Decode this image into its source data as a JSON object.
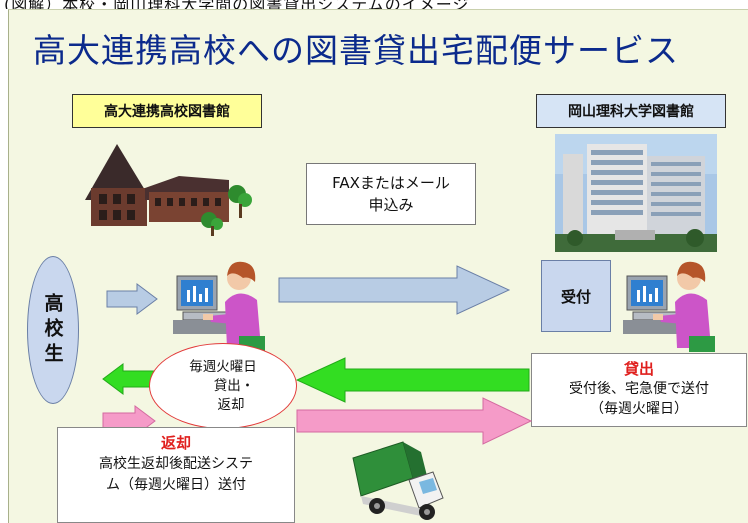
{
  "top_strip_text": "(図解）本校・岡山理科大学間の図書貸出システムのイメージ",
  "title": "高大連携高校への図書貸出宅配便サービス",
  "high_school_library": "高大連携高校図書館",
  "university_library": "岡山理科大学図書館",
  "fax_request": {
    "line1": "FAXまたはメール",
    "line2": "申込み"
  },
  "student_label": "高校生",
  "reception_label": "受付",
  "weekly": {
    "line1": "毎週火曜日",
    "line2": "貸出・",
    "line3": "返却"
  },
  "lending": {
    "heading": "貸出",
    "line1": "受付後、宅急便で送付",
    "line2": "（毎週火曜日）"
  },
  "return": {
    "heading": "返却",
    "line1": "高校生返却後配送システ",
    "line2": "ム（毎週火曜日）送付"
  },
  "colors": {
    "title": "#0b2a8c",
    "slide_background": "#f4f7e2",
    "label_yellow": "#ffff99",
    "label_blue": "#d6e4f5",
    "arrow_blue": "#b8cce4",
    "arrow_green": "#33dd22",
    "arrow_pink": "#f59bc8",
    "accent_red": "#e0201e"
  },
  "icons": [
    "school-library-building-icon",
    "university-building-photo",
    "student-computer-person-icon",
    "staff-computer-person-icon",
    "delivery-truck-icon"
  ]
}
